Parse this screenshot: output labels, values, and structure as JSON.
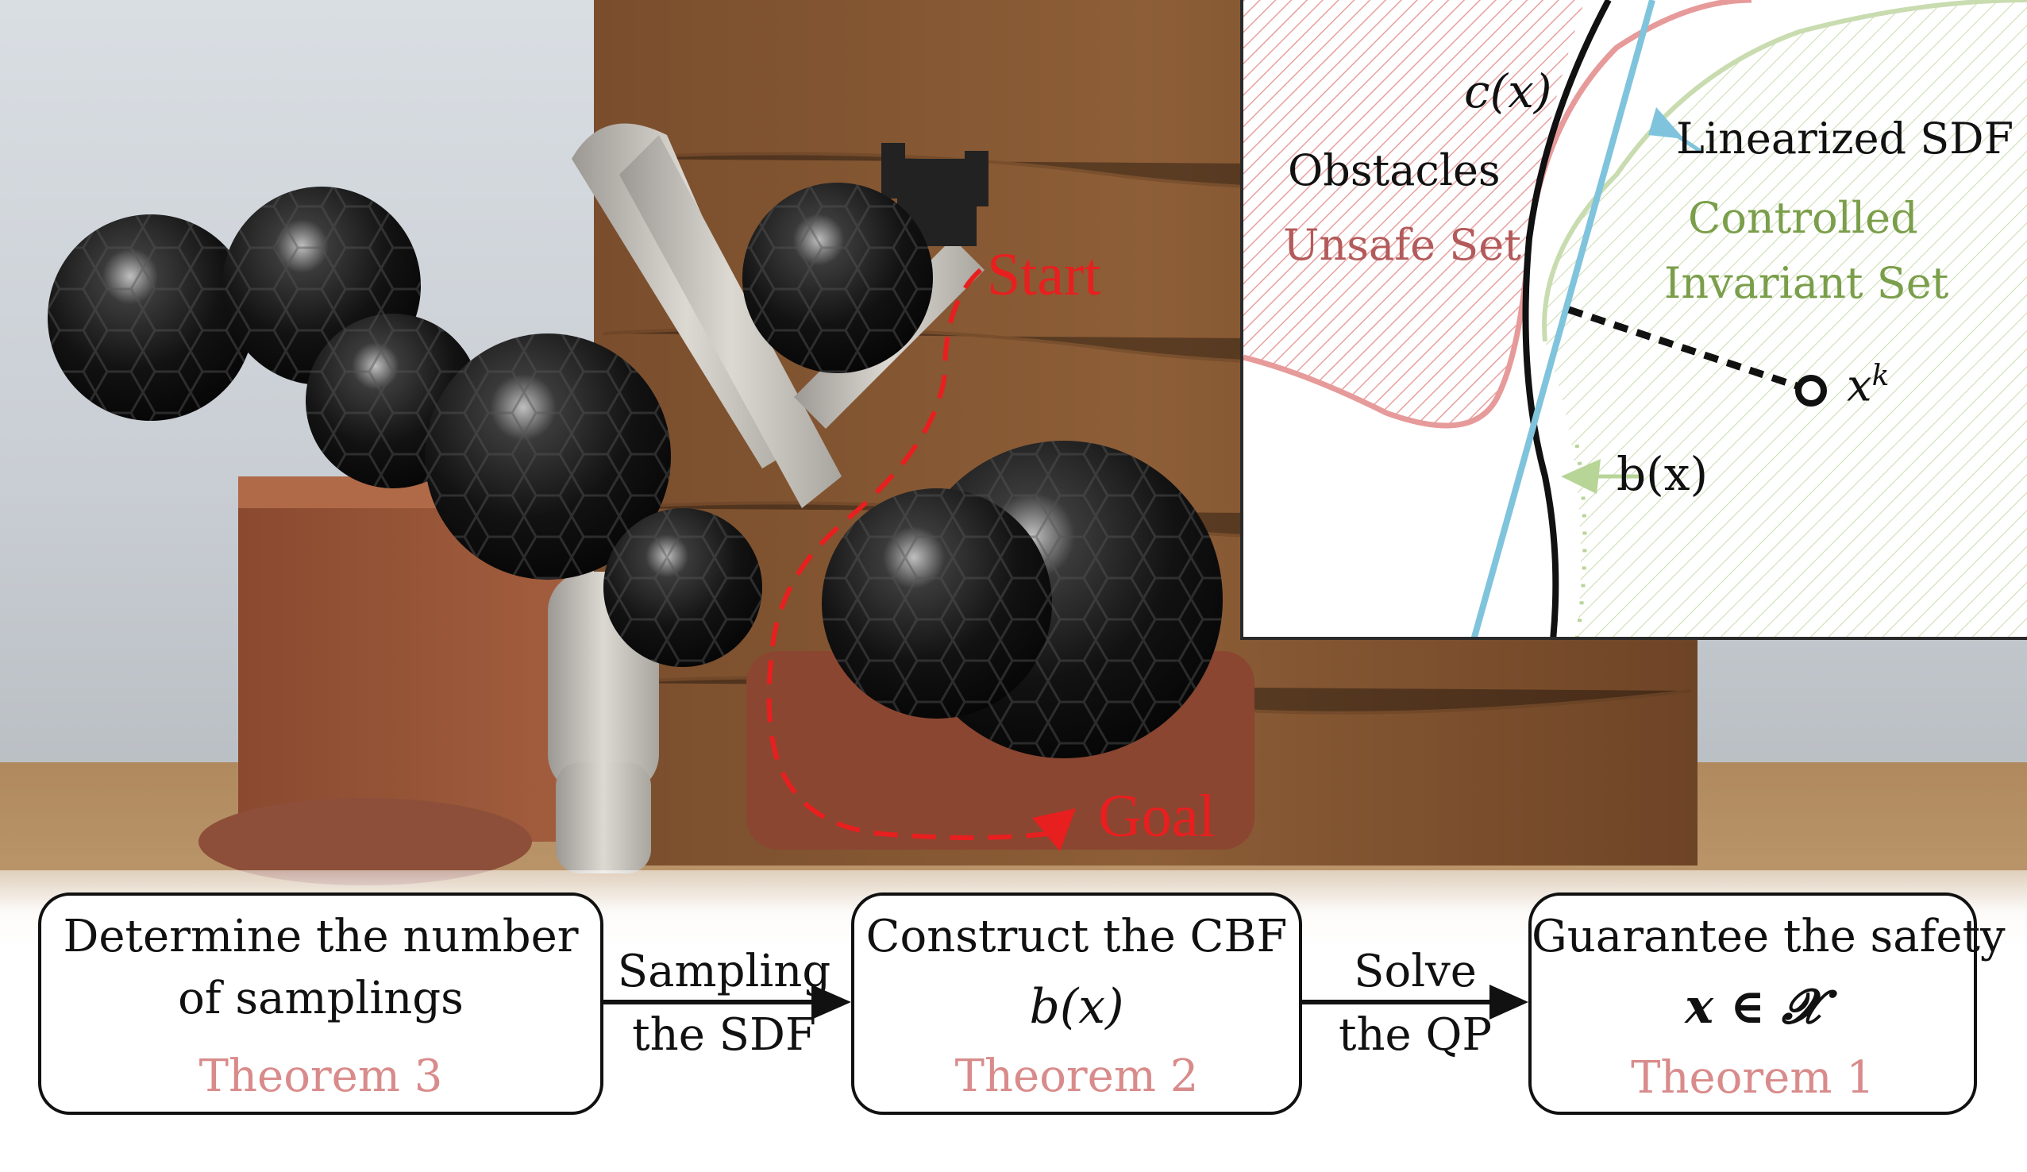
{
  "inset": {
    "curve_c": "c(x)",
    "linearized": "Linearized SDF",
    "obstacles": "Obstacles",
    "unsafe": "Unsafe Set",
    "controlled_1": "Controlled",
    "controlled_2": "Invariant Set",
    "state": "x",
    "state_sup": "k",
    "barrier": "b(x)"
  },
  "scene": {
    "start": "Start",
    "goal": "Goal"
  },
  "pipeline": {
    "box1": {
      "line1": "Determine the number",
      "line2": "of samplings",
      "theorem": "Theorem 3"
    },
    "arrow1": {
      "line1": "Sampling",
      "line2": "the SDF"
    },
    "box2": {
      "line1": "Construct the CBF",
      "math": "b(x)",
      "theorem": "Theorem 2"
    },
    "arrow2": {
      "line1": "Solve",
      "line2": "the QP"
    },
    "box3": {
      "line1": "Guarantee the safety",
      "math": "x ∈ 𝓧",
      "theorem": "Theorem 1"
    }
  },
  "colors": {
    "path": "#e81f1f",
    "unsafe": "#b35a5a",
    "controlled": "#7a9e4a",
    "linearized": "#7fc4dc",
    "theorem": "#d98b8b"
  }
}
